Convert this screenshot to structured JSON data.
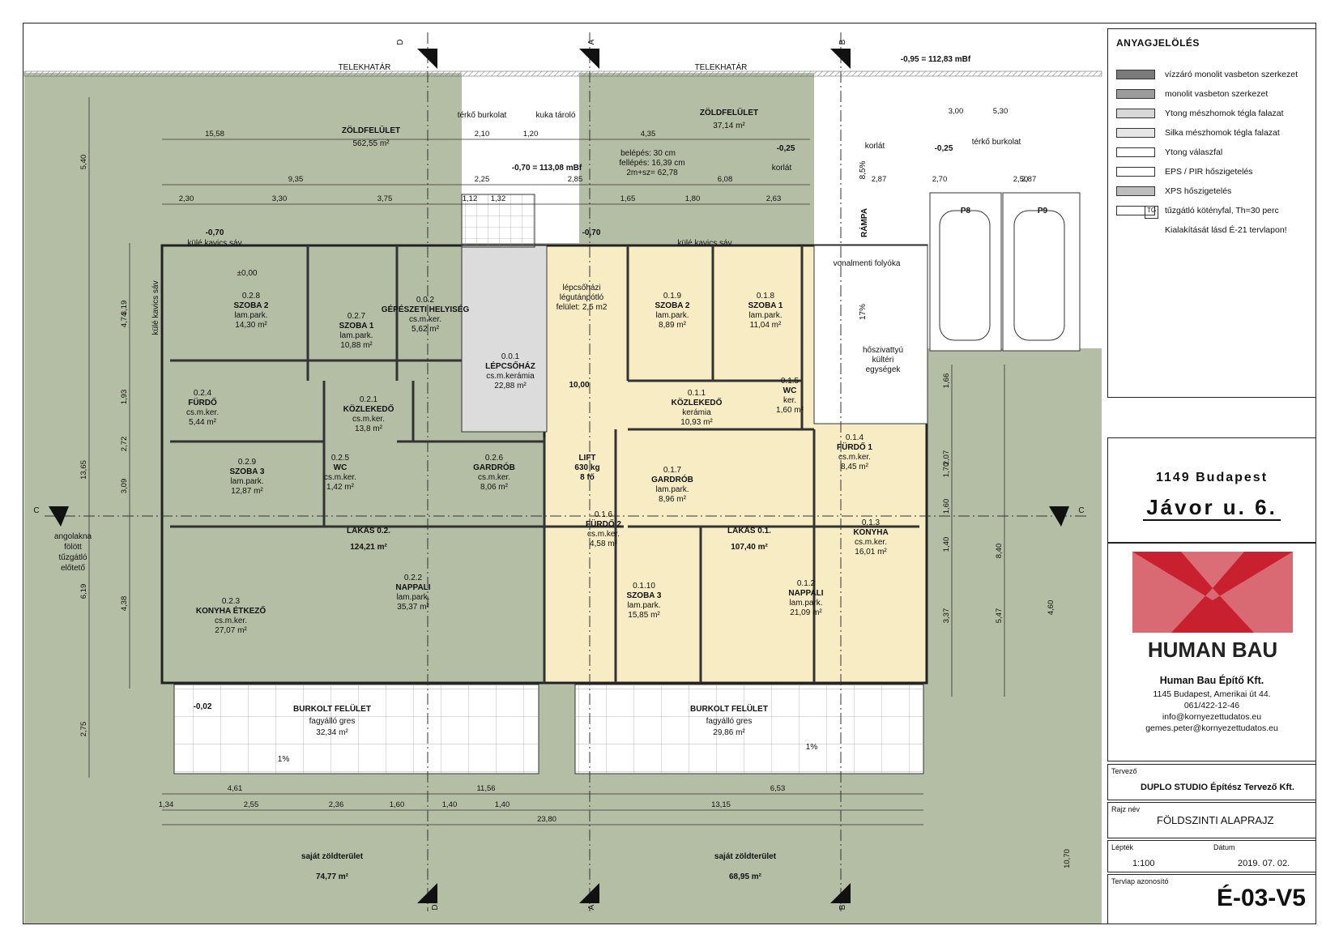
{
  "plot": {
    "boundary_labels": [
      "TELEKHATÁR",
      "TELEKHATÁR"
    ],
    "section_markers": [
      "D",
      "A",
      "B",
      "C",
      "C",
      "D",
      "A",
      "B"
    ],
    "green_areas": [
      {
        "name": "ZÖLDFELÜLET",
        "area": "562,55 m²"
      },
      {
        "name": "ZÖLDFELÜLET",
        "area": "37,14 m²"
      }
    ],
    "levels": [
      "-0,95 = 112,83 mBf",
      "-0,70 = 113,08 mBf",
      "-0,70",
      "-0,70",
      "-0,25",
      "-0,25",
      "-0,02",
      "±0,00",
      "10,00"
    ],
    "stair_note": [
      "belépés: 30 cm",
      "fellépés: 16,39 cm",
      "2m+sz= 62,78"
    ],
    "korlat": [
      "korlát",
      "korlát"
    ],
    "ramp": "RÁMPA",
    "slopes": [
      "8,5%",
      "17%",
      "1%",
      "1%"
    ],
    "parking": [
      "P8",
      "P9"
    ],
    "paving": [
      "térkő burkolat",
      "térkő burkolat"
    ],
    "waste": "kuka tároló",
    "gravel": [
      "külé kavics sáv",
      "külé kavics sáv",
      "külé kavics sáv"
    ],
    "lightwell_note": [
      "angolakna",
      "fölött",
      "tűzgátló",
      "előtető"
    ],
    "gutter": "vonalmenti folyóka",
    "heat_pump": [
      "hőszivattyú",
      "kültéri",
      "egységek"
    ],
    "stair_hatch": [
      "lépcsőházi",
      "légutánpótló",
      "felület: 2,5 m2"
    ],
    "lift": [
      "LIFT",
      "630 kg",
      "8 fő"
    ],
    "terraces": [
      {
        "name": "BURKOLT FELÜLET",
        "material": "fagyálló gres",
        "area": "32,34 m²"
      },
      {
        "name": "BURKOLT FELÜLET",
        "material": "fagyálló gres",
        "area": "29,86 m²"
      }
    ],
    "own_green": [
      {
        "name": "saját zöldterület",
        "area": "74,77 m²"
      },
      {
        "name": "saját zöldterület",
        "area": "68,95 m²"
      }
    ],
    "apartments": [
      {
        "name": "LAKÁS 0.2.",
        "area": "124,21 m²"
      },
      {
        "name": "LAKÁS 0.1.",
        "area": "107,40 m²"
      }
    ],
    "rooms": [
      {
        "id": "0.2.8",
        "name": "SZOBA 2",
        "floor": "lam.park.",
        "area": "14,30 m²"
      },
      {
        "id": "0.2.7",
        "name": "SZOBA 1",
        "floor": "lam.park.",
        "area": "10,88 m²"
      },
      {
        "id": "0.0.2",
        "name": "GÉPÉSZETI HELYISÉG",
        "floor": "cs.m.ker.",
        "area": "5,62 m²"
      },
      {
        "id": "0.0.1",
        "name": "LÉPCSŐHÁZ",
        "floor": "cs.m.kerámia",
        "area": "22,88 m²"
      },
      {
        "id": "0.2.4",
        "name": "FÜRDŐ",
        "floor": "cs.m.ker.",
        "area": "5,44 m²"
      },
      {
        "id": "0.2.1",
        "name": "KÖZLEKEDŐ",
        "floor": "cs.m.ker.",
        "area": "13,8 m²"
      },
      {
        "id": "0.2.9",
        "name": "SZOBA 3",
        "floor": "lam.park.",
        "area": "12,87 m²"
      },
      {
        "id": "0.2.5",
        "name": "WC",
        "floor": "cs.m.ker.",
        "area": "1,42 m²"
      },
      {
        "id": "0.2.6",
        "name": "GARDRÓB",
        "floor": "cs.m.ker.",
        "area": "8,06 m²"
      },
      {
        "id": "0.2.3",
        "name": "KONYHA ÉTKEZŐ",
        "floor": "cs.m.ker.",
        "area": "27,07 m²"
      },
      {
        "id": "0.2.2",
        "name": "NAPPALI",
        "floor": "lam.park.",
        "area": "35,37 m²"
      },
      {
        "id": "0.1.9",
        "name": "SZOBA 2",
        "floor": "lam.park.",
        "area": "8,89 m²"
      },
      {
        "id": "0.1.8",
        "name": "SZOBA 1",
        "floor": "lam.park.",
        "area": "11,04 m²"
      },
      {
        "id": "0.1.1",
        "name": "KÖZLEKEDŐ",
        "floor": "kerámia",
        "area": "10,93 m²"
      },
      {
        "id": "0.1.5",
        "name": "WC",
        "floor": "ker.",
        "area": "1,60 m²"
      },
      {
        "id": "0.1.4",
        "name": "FÜRDŐ 1",
        "floor": "cs.m.ker.",
        "area": "8,45 m²"
      },
      {
        "id": "0.1.7",
        "name": "GARDRÓB",
        "floor": "lam.park.",
        "area": "8,96 m²"
      },
      {
        "id": "0.1.6",
        "name": "FÜRDŐ 2",
        "floor": "cs.m.ker.",
        "area": "4,58 m²"
      },
      {
        "id": "0.1.3",
        "name": "KONYHA",
        "floor": "cs.m.ker.",
        "area": "16,01 m²"
      },
      {
        "id": "0.1.10",
        "name": "SZOBA 3",
        "floor": "lam.park.",
        "area": "15,85 m²"
      },
      {
        "id": "0.1.2",
        "name": "NAPPALI",
        "floor": "lam.park.",
        "area": "21,09 m²"
      }
    ],
    "dims_top": [
      "15,58",
      "9,35",
      "2,30",
      "3,30",
      "3,75",
      "1,12",
      "1,32",
      "1,65",
      "1,80",
      "2,63",
      "4,35",
      "2,85",
      "6,08",
      "2,10",
      "1,20",
      "2,25",
      "2,70",
      "2,50",
      "5,30",
      "3,00",
      "2,87",
      "2,87"
    ],
    "dims_bottom": [
      "4,61",
      "11,56",
      "6,53",
      "1,34",
      "2,55",
      "2,36",
      "1,60",
      "1,40",
      "1,40",
      "13,15",
      "23,80"
    ],
    "dims_left": [
      "5,40",
      "13,65",
      "4,74",
      "3,19",
      "1,93",
      "2,72",
      "3,09",
      "6,19",
      "4,38",
      "2,75"
    ],
    "dims_right": [
      "10,70",
      "8,40",
      "5,47",
      "4,60",
      "3,37",
      "1,66",
      "2,07",
      "1,70",
      "1,60",
      "1,40"
    ]
  },
  "legend": {
    "title": "ANYAGJELÖLÉS",
    "items": [
      {
        "label": "vízzáró monolit vasbeton szerkezet",
        "color": "#7a7a7a"
      },
      {
        "label": "monolit vasbeton szerkezet",
        "color": "#9c9c9c"
      },
      {
        "label": "Ytong mészhomok tégla falazat",
        "color": "#d8d8d8"
      },
      {
        "label": "Silka mészhomok tégla falazat",
        "color": "#e6e6e6"
      },
      {
        "label": "Ytong válaszfal",
        "color": "#ffffff"
      },
      {
        "label": "EPS / PIR hőszigetelés",
        "color": "#ffffff"
      },
      {
        "label": "XPS hőszigetelés",
        "color": "#bdbdbd"
      },
      {
        "label": "tűzgátló kötényfal, Th=30 perc",
        "color": "#ffffff"
      }
    ],
    "note": "Kialakítását lásd É-21 tervlapon!",
    "tg": "TG"
  },
  "address": {
    "city": "1149 Budapest",
    "street": "Jávor u. 6."
  },
  "company": {
    "logo_text": "HUMAN BAU",
    "name": "Human Bau Építő Kft.",
    "address": "1145 Budapest, Amerikai út 44.",
    "phone": "061/422-12-46",
    "email1": "info@kornyezettudatos.eu",
    "email2": "gemes.peter@kornyezettudatos.eu"
  },
  "titleblock": {
    "designer_label": "Tervező",
    "designer": "DUPLO STUDIO Építész Tervező Kft.",
    "drawing_label": "Rajz név",
    "drawing": "FÖLDSZINTI ALAPRAJZ",
    "scale_label": "Lépték",
    "scale": "1:100",
    "date_label": "Dátum",
    "date": "2019. 07. 02.",
    "sheet_label": "Tervlap azonosító",
    "sheet": "É-03-V5"
  },
  "colors": {
    "green": "#b3bea5",
    "apt1": "#f7ecc4",
    "stair": "#dcdcdc",
    "logo_red": "#c8202f"
  }
}
